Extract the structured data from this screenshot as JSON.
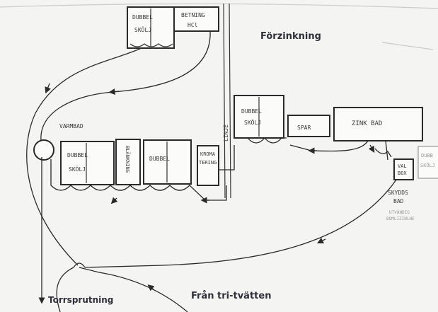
{
  "captions": {
    "forzinkning": "Förzinkning",
    "fran_tri": "Från tri-tvätten",
    "torrsprutning": "Torrsprutning"
  },
  "labels": {
    "dubbel": "DUBBEL",
    "skolj": "SKÖLJ",
    "betning": "BETNING",
    "hcl": "HCl",
    "varmbad": "VARMBAD",
    "blankning": "BLÄNKNING",
    "kromatering_1": "KROMA",
    "kromatering_2": "TERING",
    "spar": "SPAR",
    "zinkbad": "ZINK BAD",
    "valbox_1": "VAL",
    "valbox_2": "BOX",
    "skydds_1": "SKYDDS",
    "skydds_2": "BAD",
    "utvandig_1": "UTVÄNDIG",
    "utvandig_2": "BOMLIZINLNE",
    "rail_text": "LINJE",
    "right_edge_1": "DUBB",
    "right_edge_2": "SKÖLJ"
  }
}
